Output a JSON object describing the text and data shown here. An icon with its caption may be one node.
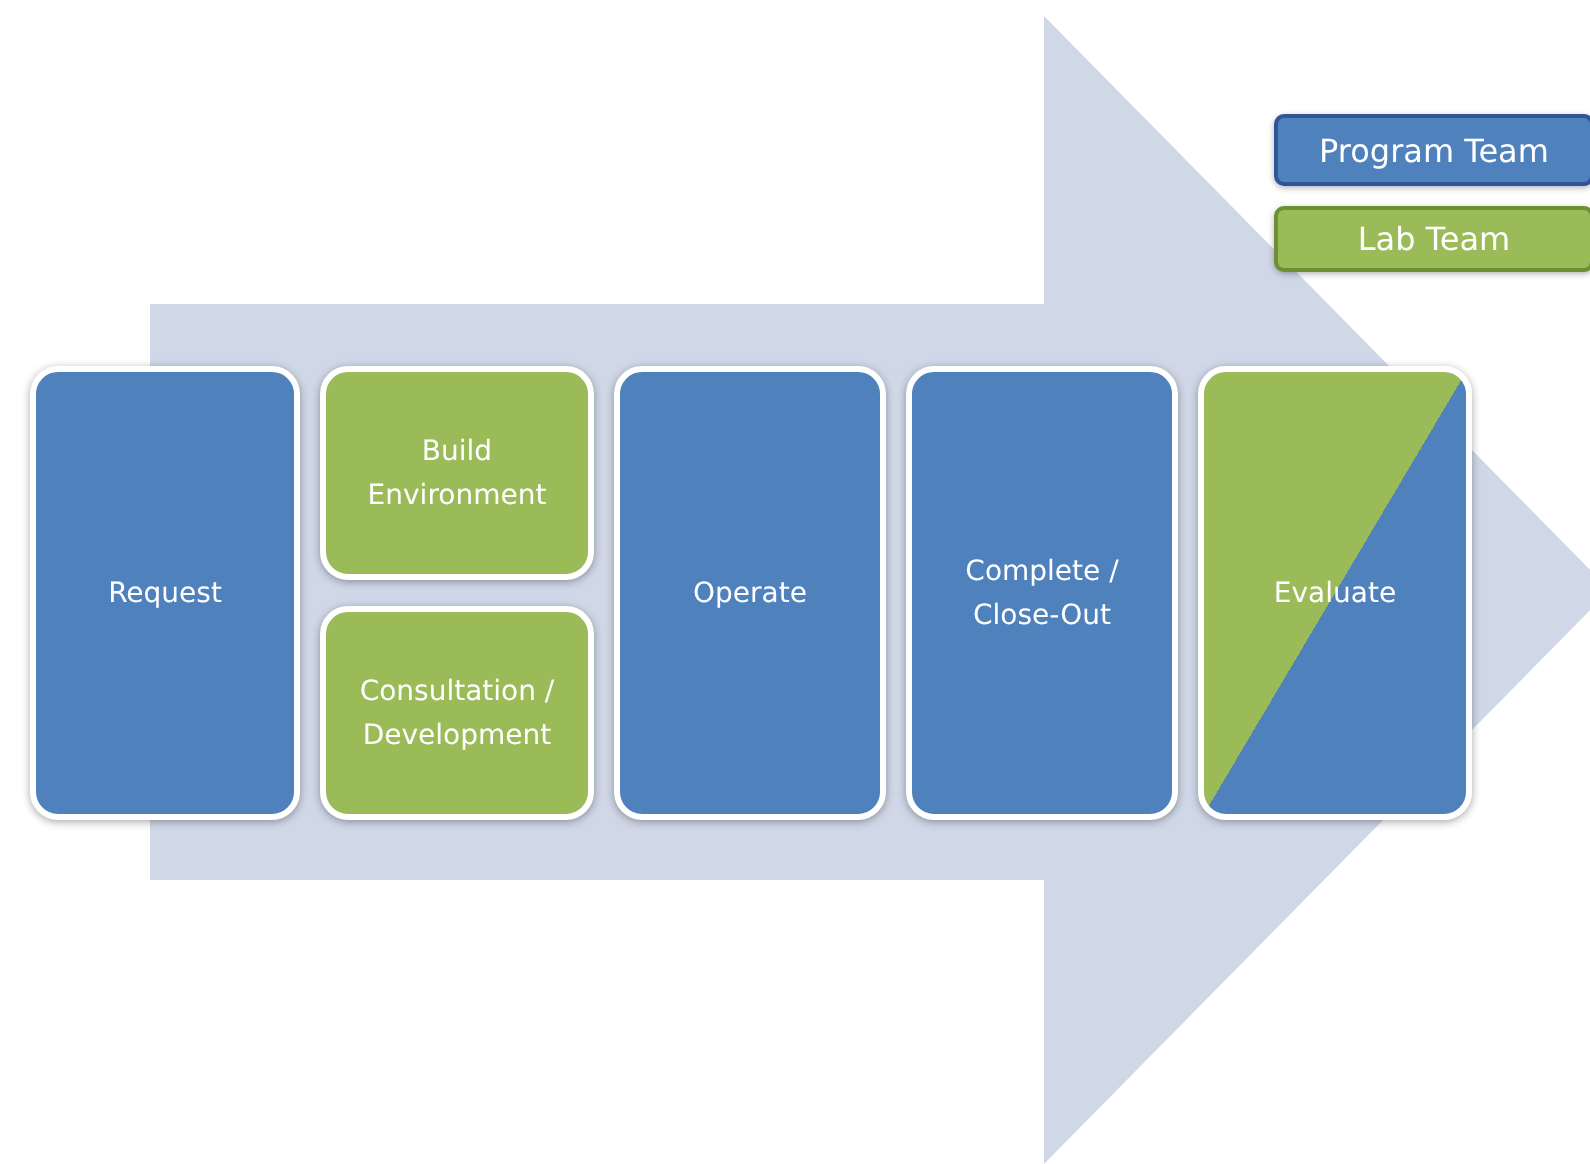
{
  "diagram": {
    "nodes": [
      {
        "text": [
          "Request"
        ]
      },
      {
        "text": [
          "Build Environment"
        ]
      },
      {
        "text": [
          "Consultation / Development"
        ]
      },
      {
        "text": [
          "Operate"
        ]
      },
      {
        "text": [
          "Complete / Close-Out"
        ]
      },
      {
        "text": [
          "Evaluate"
        ]
      }
    ],
    "legend": [
      {
        "text": "Program Team",
        "color": "#4f81bd"
      },
      {
        "text": "Lab Team",
        "color": "#9bbb59"
      }
    ]
  }
}
